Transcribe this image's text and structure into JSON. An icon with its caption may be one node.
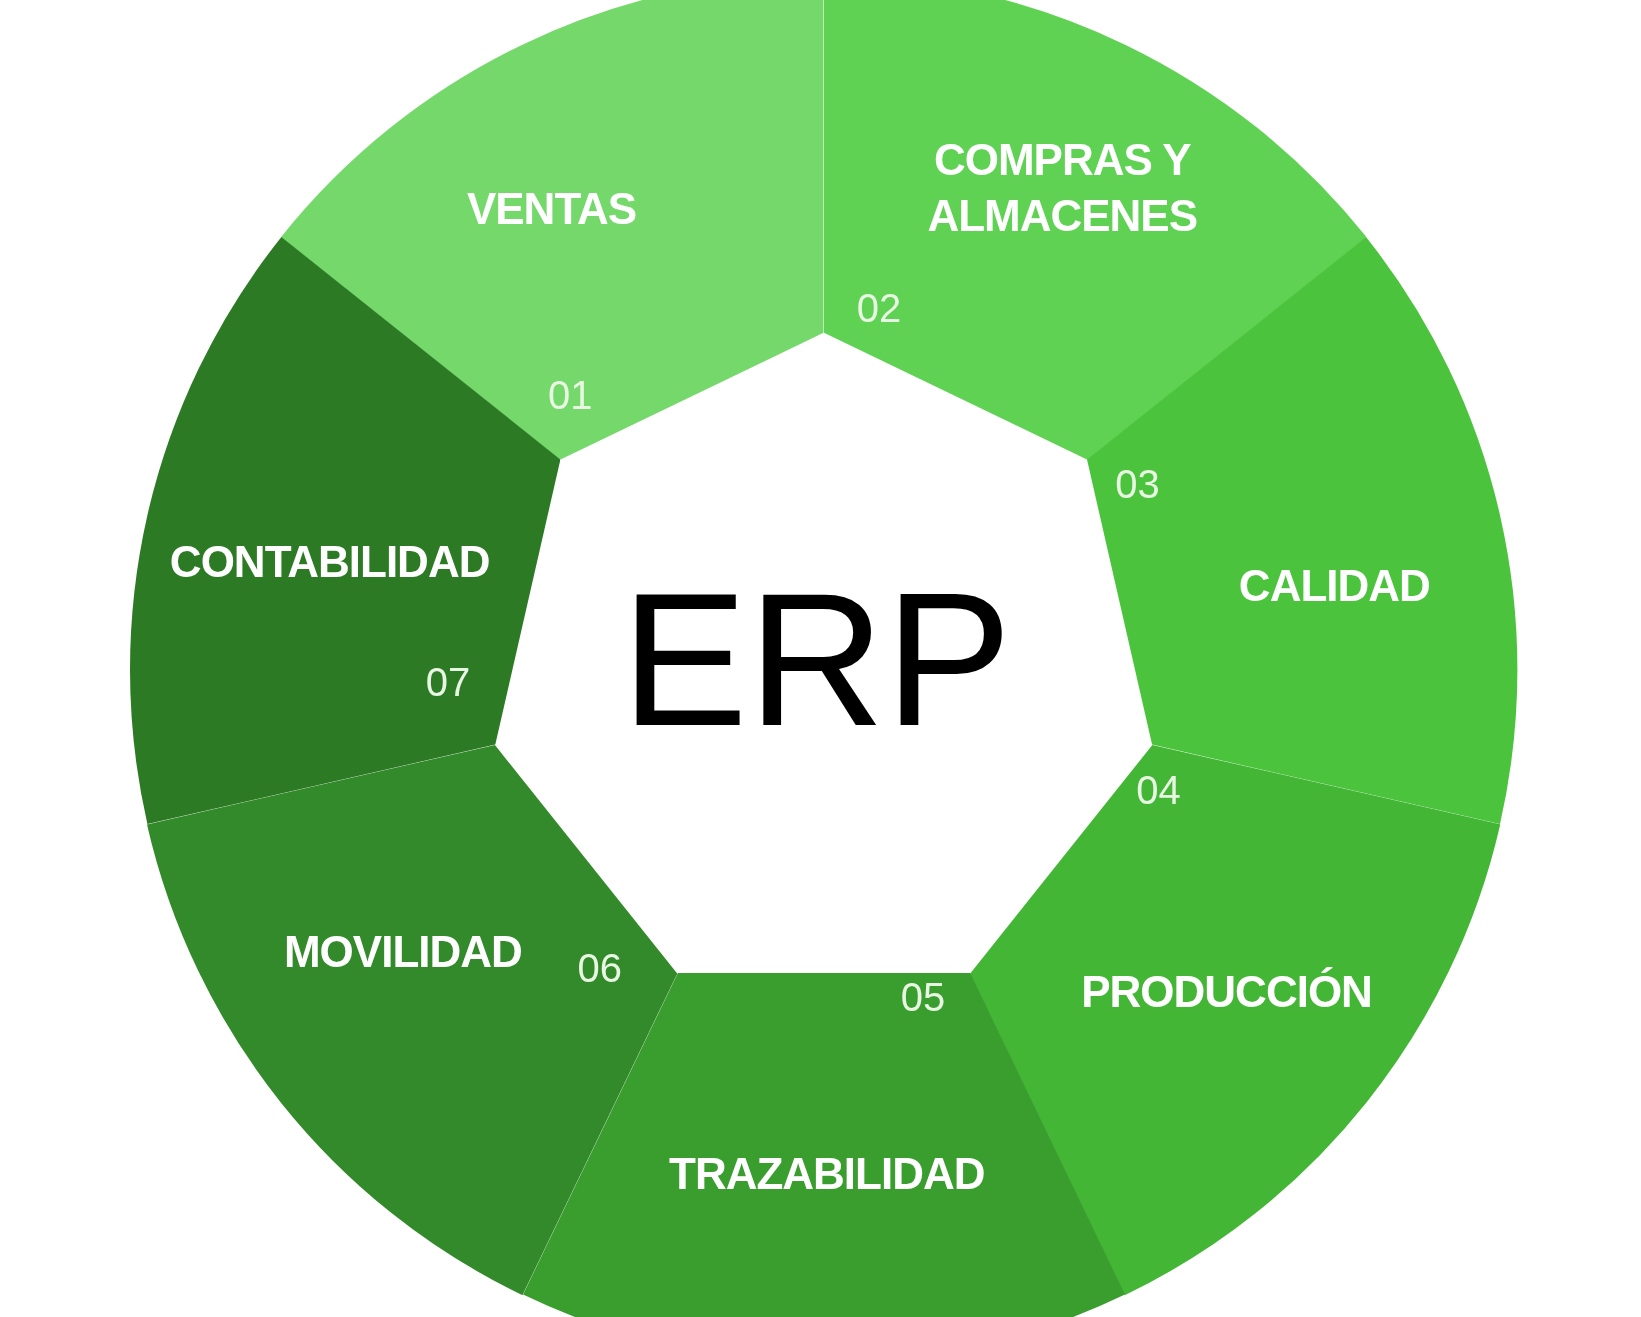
{
  "diagram": {
    "nodes": [
      {
        "text": [
          "ERP"
        ]
      },
      {
        "text": [
          "VENTAS",
          "01"
        ]
      },
      {
        "text": [
          "COMPRAS Y ALMACENES",
          "02"
        ]
      },
      {
        "text": [
          "CALIDAD",
          "03"
        ]
      },
      {
        "text": [
          "04",
          "PRODUCCIÓN"
        ]
      },
      {
        "text": [
          "05",
          "TRAZABILIDAD"
        ]
      },
      {
        "text": [
          "MOVILIDAD",
          "06"
        ]
      },
      {
        "text": [
          "CONTABILIDAD",
          "07"
        ]
      }
    ]
  }
}
